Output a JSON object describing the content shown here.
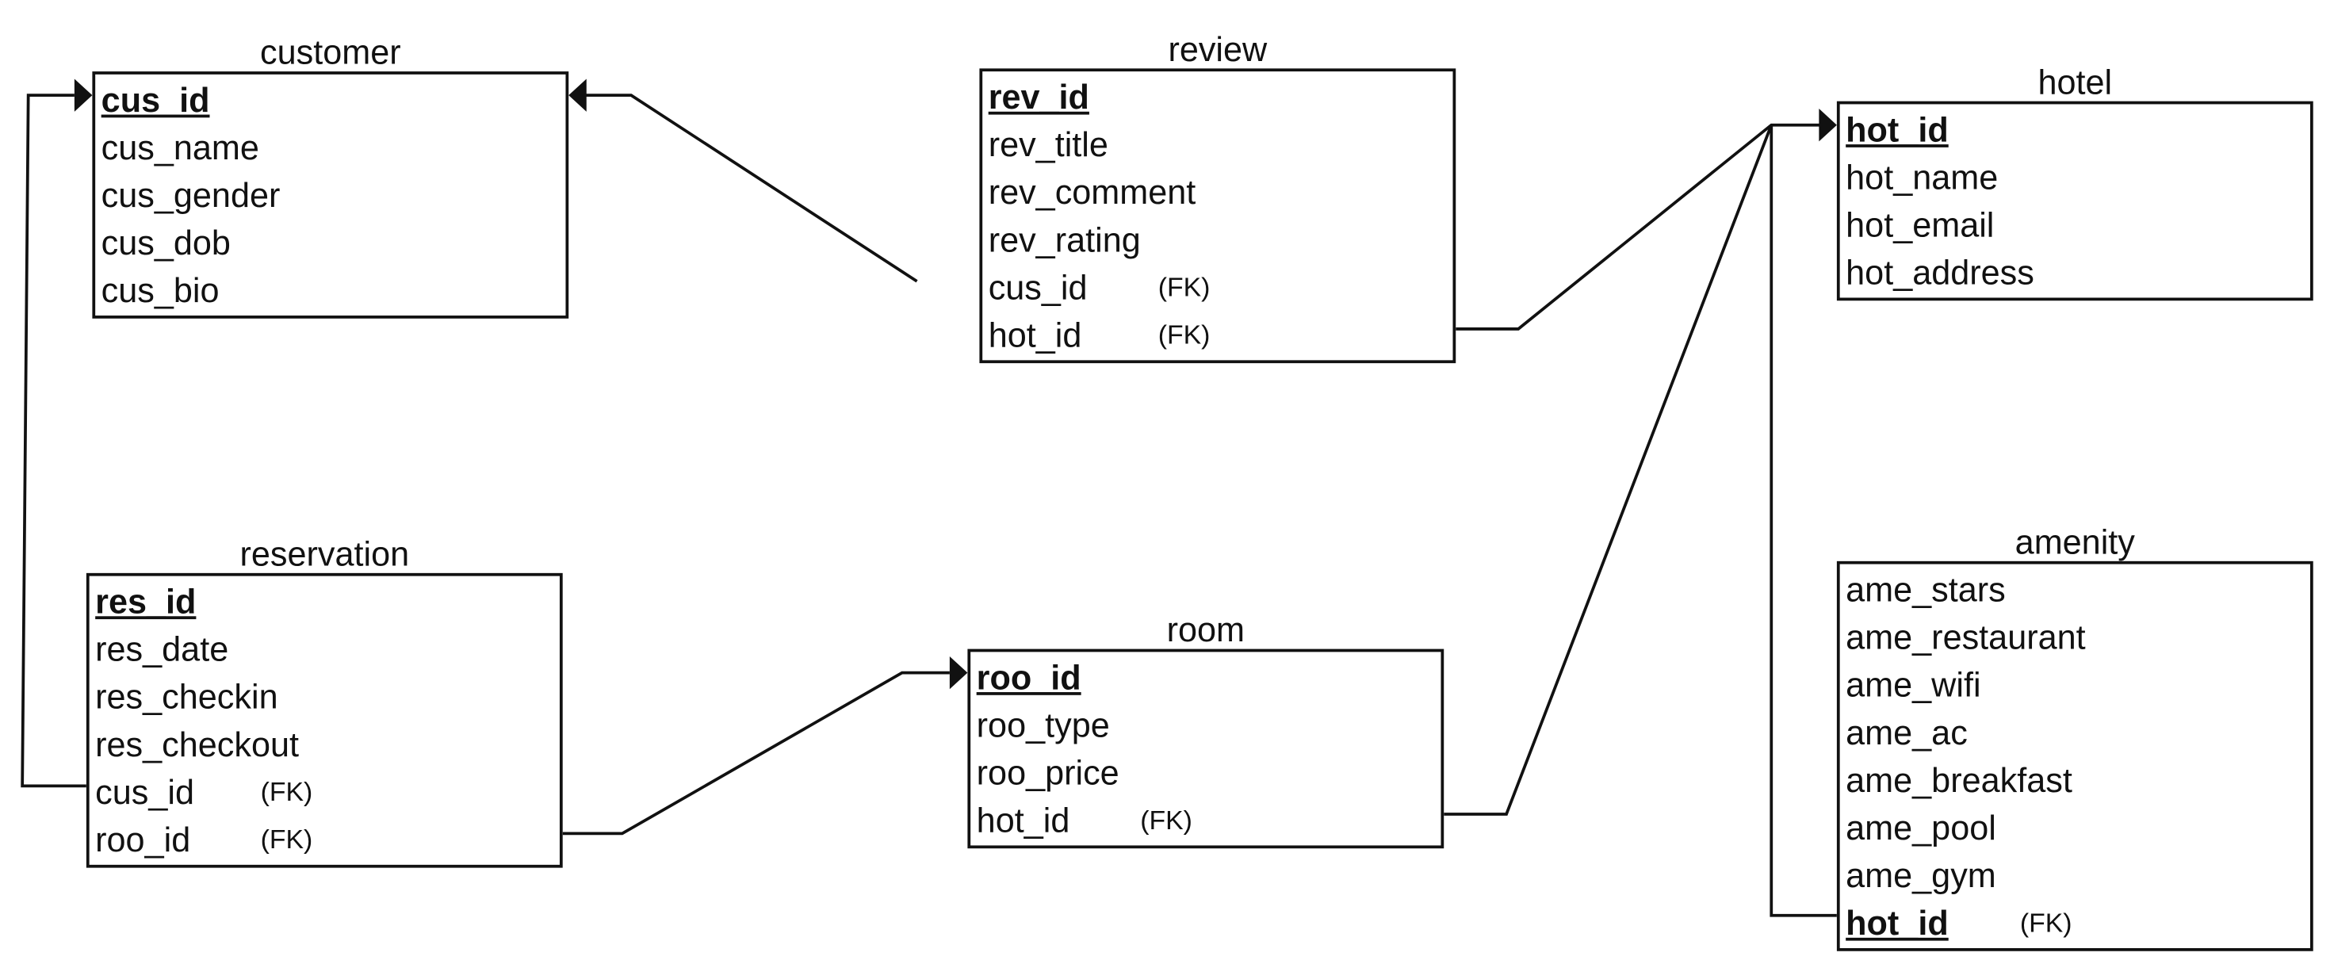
{
  "entities": [
    {
      "name": "customer",
      "fields": [
        {
          "name": "cus_id",
          "pk": true
        },
        {
          "name": "cus_name"
        },
        {
          "name": "cus_gender"
        },
        {
          "name": "cus_dob"
        },
        {
          "name": "cus_bio"
        }
      ]
    },
    {
      "name": "review",
      "fields": [
        {
          "name": "rev_id",
          "pk": true
        },
        {
          "name": "rev_title"
        },
        {
          "name": "rev_comment"
        },
        {
          "name": "rev_rating"
        },
        {
          "name": "cus_id",
          "fk": "(FK)"
        },
        {
          "name": "hot_id",
          "fk": "(FK)"
        }
      ]
    },
    {
      "name": "hotel",
      "fields": [
        {
          "name": "hot_id",
          "pk": true
        },
        {
          "name": "hot_name"
        },
        {
          "name": "hot_email"
        },
        {
          "name": "hot_address"
        }
      ]
    },
    {
      "name": "reservation",
      "fields": [
        {
          "name": "res_id",
          "pk": true
        },
        {
          "name": "res_date"
        },
        {
          "name": "res_checkin"
        },
        {
          "name": "res_checkout"
        },
        {
          "name": "cus_id",
          "fk": "(FK)"
        },
        {
          "name": "roo_id",
          "fk": "(FK)"
        }
      ]
    },
    {
      "name": "room",
      "fields": [
        {
          "name": "roo_id",
          "pk": true
        },
        {
          "name": "roo_type"
        },
        {
          "name": "roo_price"
        },
        {
          "name": "hot_id",
          "fk": "(FK)"
        }
      ]
    },
    {
      "name": "amenity",
      "fields": [
        {
          "name": "ame_stars"
        },
        {
          "name": "ame_restaurant"
        },
        {
          "name": "ame_wifi"
        },
        {
          "name": "ame_ac"
        },
        {
          "name": "ame_breakfast"
        },
        {
          "name": "ame_pool"
        },
        {
          "name": "ame_gym"
        },
        {
          "name": "hot_id",
          "pk": true,
          "fk": "(FK)"
        }
      ]
    }
  ],
  "relationships": [
    {
      "from": "review.cus_id",
      "to": "customer.cus_id"
    },
    {
      "from": "review.hot_id",
      "to": "hotel.hot_id"
    },
    {
      "from": "reservation.cus_id",
      "to": "customer.cus_id"
    },
    {
      "from": "reservation.roo_id",
      "to": "room.roo_id"
    },
    {
      "from": "room.hot_id",
      "to": "hotel.hot_id"
    },
    {
      "from": "amenity.hot_id",
      "to": "hotel.hot_id"
    }
  ],
  "colors": {
    "line": "#111111",
    "background": "#ffffff"
  }
}
